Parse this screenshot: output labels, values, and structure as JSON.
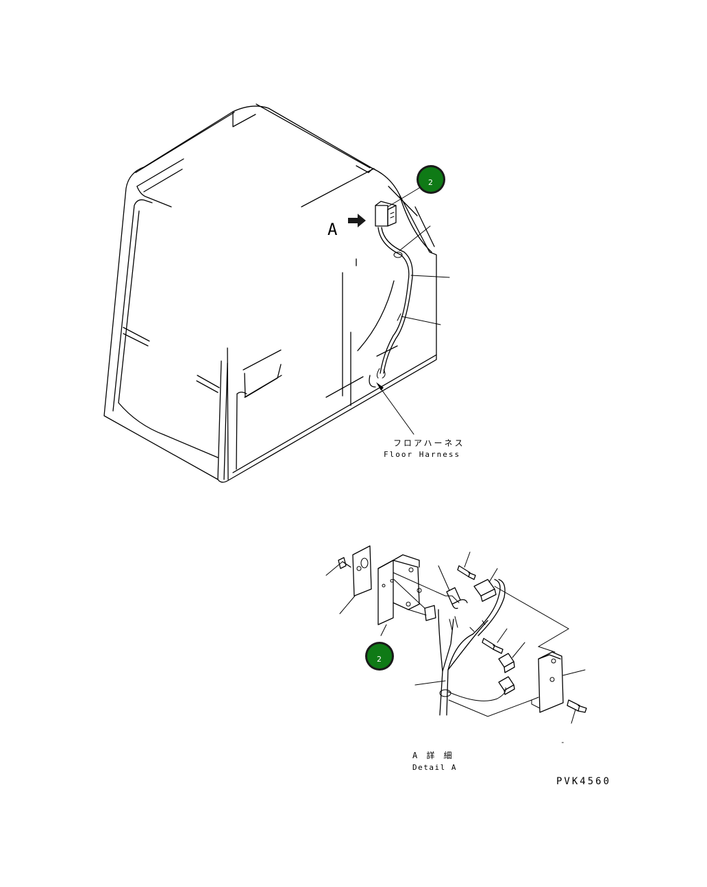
{
  "view_label": "A",
  "callouts": [
    {
      "number": "2"
    },
    {
      "number": "2"
    }
  ],
  "floor_harness": {
    "label_jp": "フロアハーネス",
    "label_en": "Floor Harness"
  },
  "detail": {
    "label_jp": "A 詳 細",
    "label_en": "Detail A",
    "dash_label": "-"
  },
  "drawing_number": "PVK4560",
  "colors": {
    "callout_fill": "#0f7a16",
    "callout_ring": "#1a1a1a",
    "line": "#000000"
  }
}
